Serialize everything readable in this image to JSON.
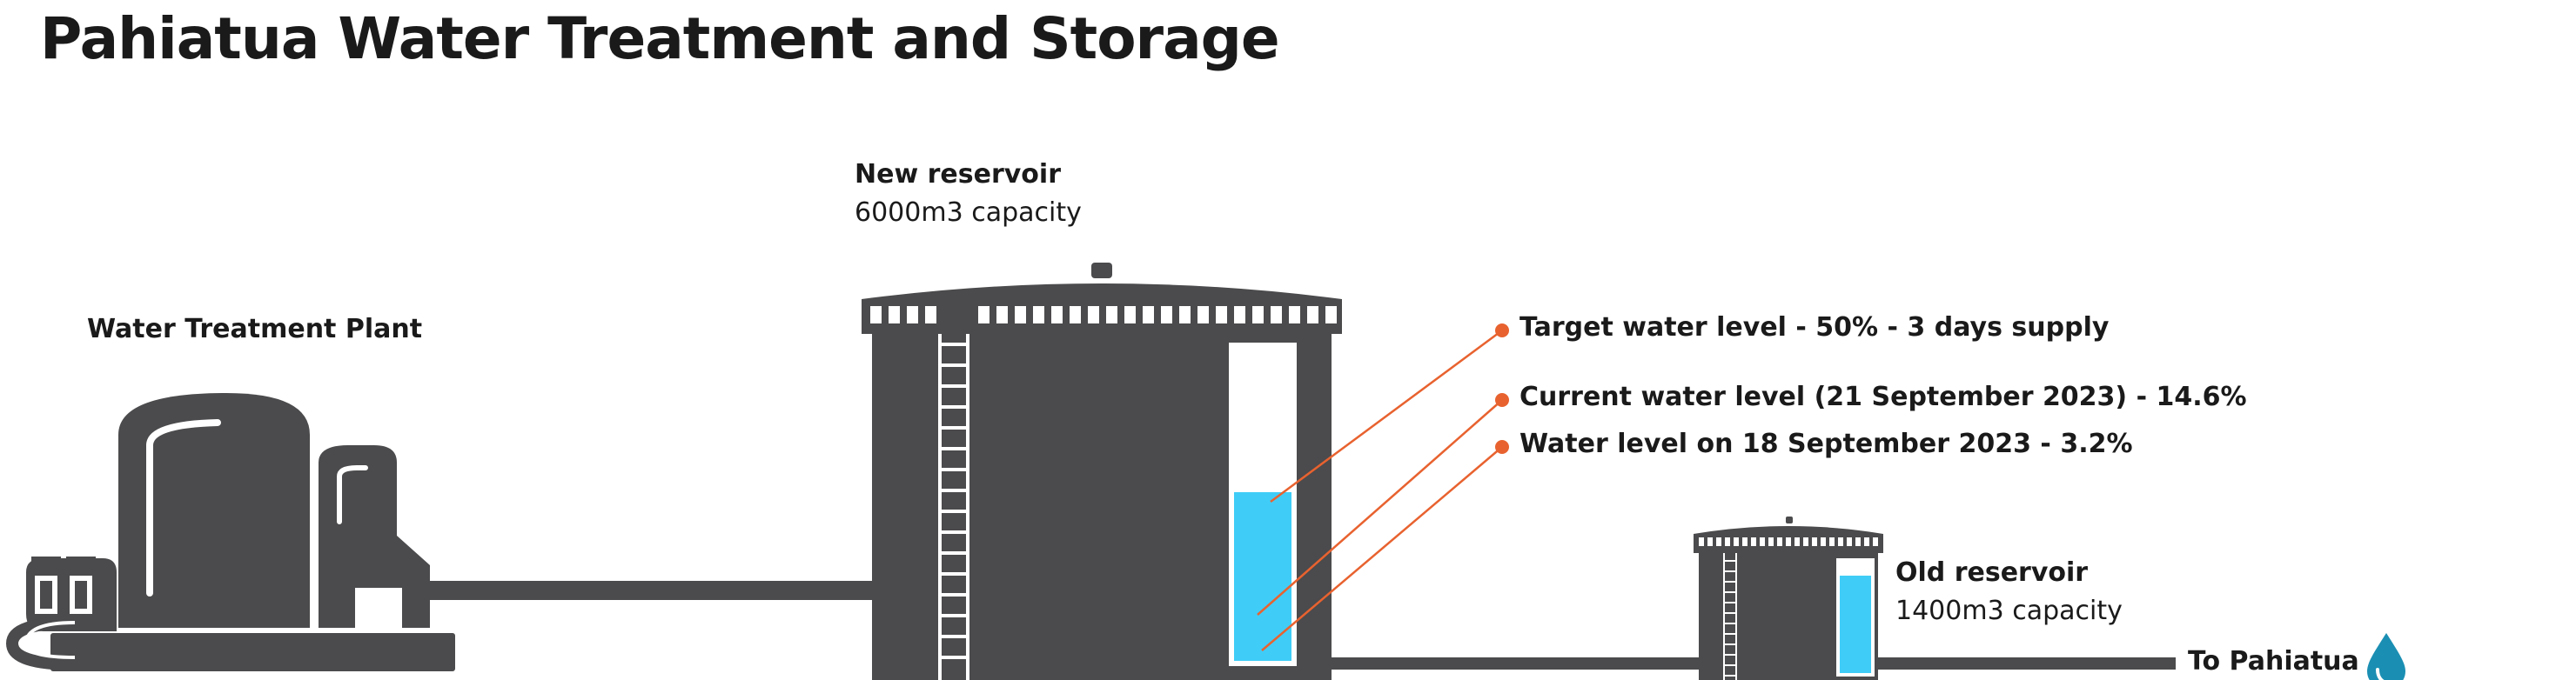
{
  "title": "Pahiatua Water Treatment and Storage",
  "labels": {
    "plant": "Water Treatment Plant",
    "new_reservoir_name": "New reservoir",
    "new_reservoir_capacity": "6000m3 capacity",
    "old_reservoir_name": "Old reservoir",
    "old_reservoir_capacity": "1400m3 capacity",
    "destination": "To Pahiatua"
  },
  "levels": {
    "target": {
      "text": "Target water level - 50% - 3 days supply",
      "fraction": 0.5
    },
    "current": {
      "text": "Current water level (21 September 2023) - 14.6%",
      "fraction": 0.146
    },
    "previous": {
      "text": "Water level on 18 September 2023 - 3.2%",
      "fraction": 0.032
    }
  },
  "colors": {
    "structure": "#4b4a4c",
    "water": "#3fcdf7",
    "leader": "#e8622f",
    "drop": "#1b8fb3",
    "text": "#1a1a1a"
  },
  "icons": {
    "destination": "water-drop-icon"
  }
}
